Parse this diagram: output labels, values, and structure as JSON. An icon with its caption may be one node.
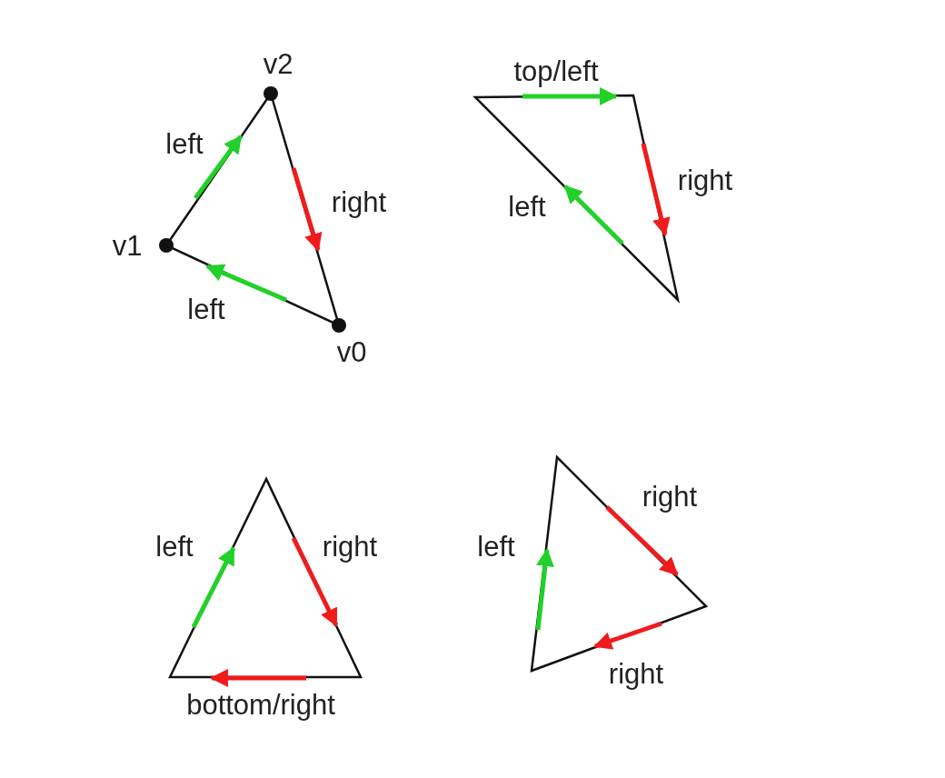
{
  "diagram": {
    "labels": [
      "v2",
      "top/left",
      "left",
      "right",
      "right",
      "left",
      "v1",
      "left",
      "v0",
      "right",
      "left",
      "right",
      "left",
      "right",
      "bottom/right"
    ]
  }
}
